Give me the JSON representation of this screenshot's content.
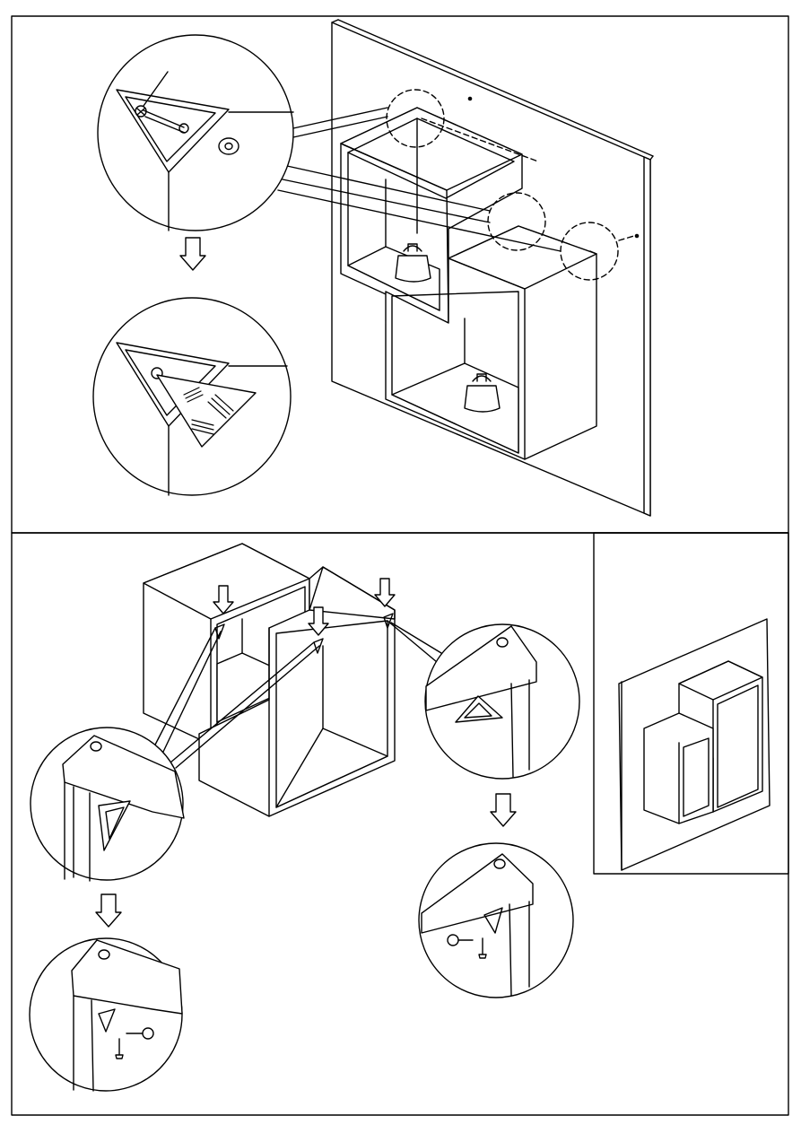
{
  "document": {
    "type": "assembly-instructions",
    "pages_shown": 1
  },
  "steps": [
    {
      "id": "wall-mount",
      "description_visible": false
    },
    {
      "id": "join-boxes",
      "description_visible": false
    },
    {
      "id": "finished-view",
      "description_visible": false
    }
  ],
  "icons": {
    "arrow": "down-arrow-icon",
    "weight": "weight-icon",
    "screw": "screw-icon",
    "dowel": "dowel-icon",
    "bracket": "corner-bracket-icon"
  },
  "colors": {
    "line": "#000000",
    "paper": "#ffffff",
    "hatch": "#000000"
  }
}
